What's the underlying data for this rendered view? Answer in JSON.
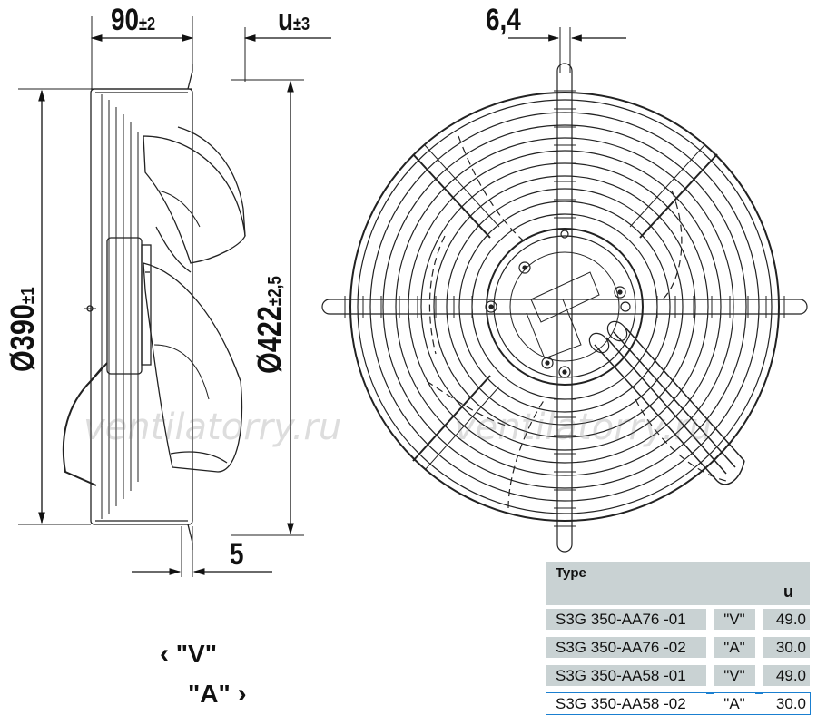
{
  "dimensions": {
    "width_90": "90",
    "width_90_tol": "±2",
    "u_label": "u",
    "u_tol": "±3",
    "thickness": "6,4",
    "offset_5": "5",
    "dia_390": "Ø390",
    "dia_390_tol": "±1",
    "dia_422": "Ø422",
    "dia_422_tol": "±2,5"
  },
  "watermark": {
    "left": "ventilatorry.ru",
    "right": "ventilatorry.ru"
  },
  "legend": {
    "v_mark": "‹",
    "v_label": "\"V\"",
    "a_label": "\"A\"",
    "a_mark": "›"
  },
  "type_table": {
    "header_type": "Type",
    "header_u": "u",
    "rows": [
      {
        "type": "S3G 350-AA76 -01",
        "mode": "\"V\"",
        "u": "49.0"
      },
      {
        "type": "S3G 350-AA76 -02",
        "mode": "\"A\"",
        "u": "30.0"
      },
      {
        "type": "S3G 350-AA58 -01",
        "mode": "\"V\"",
        "u": "49.0"
      },
      {
        "type": "S3G 350-AA58 -02",
        "mode": "\"A\"",
        "u": "30.0"
      }
    ],
    "selected_row": 3
  },
  "colors": {
    "table_fill": "#c9d2d3",
    "selection": "#1a7fd0",
    "line": "#222222"
  }
}
